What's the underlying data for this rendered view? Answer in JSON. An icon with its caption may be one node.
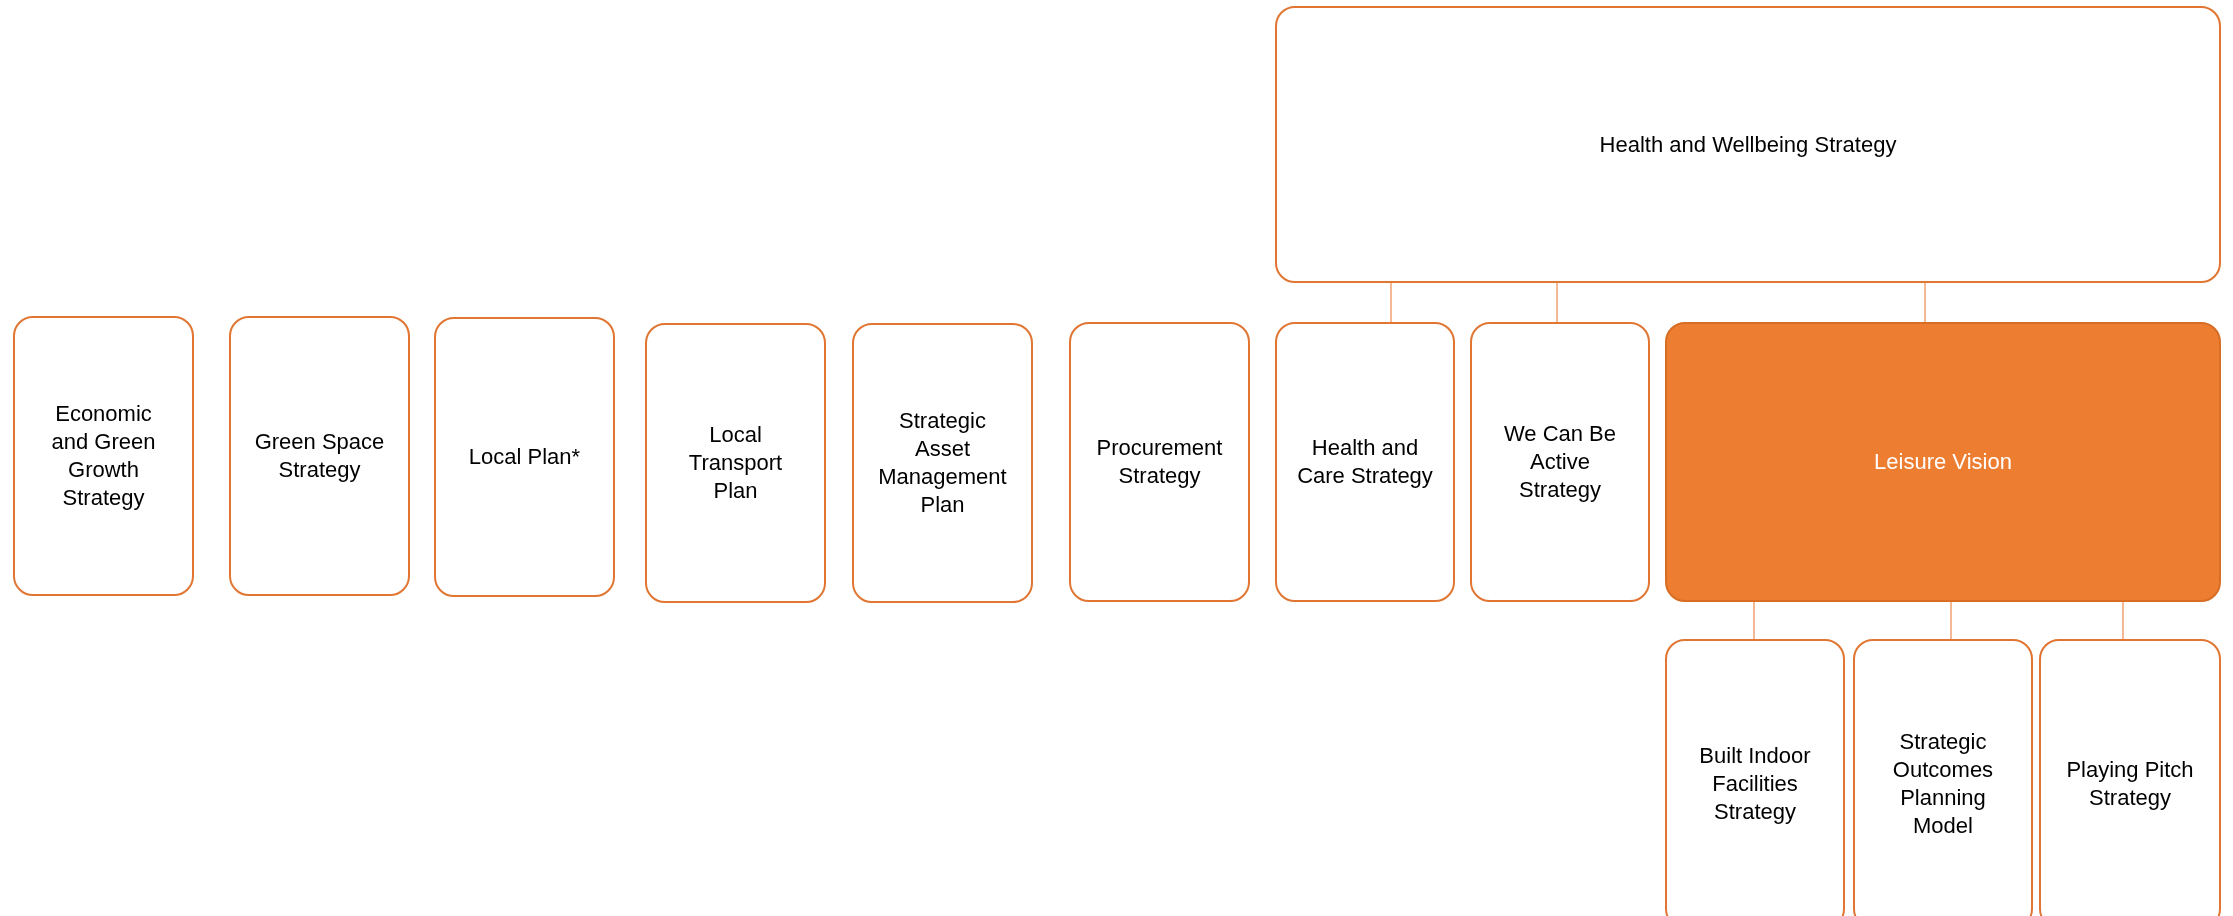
{
  "diagram": {
    "nodes": [
      {
        "text": [
          "Health and Wellbeing Strategy"
        ]
      },
      {
        "text": [
          "Economic and Green Growth Strategy"
        ]
      },
      {
        "text": [
          "Green Space Strategy"
        ]
      },
      {
        "text": [
          "Local Plan*"
        ]
      },
      {
        "text": [
          "Local Transport Plan"
        ]
      },
      {
        "text": [
          "Strategic Asset Management Plan"
        ]
      },
      {
        "text": [
          "Procurement Strategy"
        ]
      },
      {
        "text": [
          "Health and Care Strategy"
        ]
      },
      {
        "text": [
          "We Can Be Active Strategy"
        ]
      },
      {
        "text": [
          "Leisure Vision"
        ]
      },
      {
        "text": [
          "Built Indoor Facilities Strategy"
        ]
      },
      {
        "text": [
          "Strategic Outcomes Planning Model"
        ]
      },
      {
        "text": [
          "Playing Pitch Strategy"
        ]
      }
    ],
    "edges": [
      {
        "from": 0,
        "to": 7,
        "arrow": "none"
      },
      {
        "from": 0,
        "to": 8,
        "arrow": "none"
      },
      {
        "from": 0,
        "to": 9,
        "arrow": "none"
      },
      {
        "from": 9,
        "to": 10,
        "arrow": "none"
      },
      {
        "from": 9,
        "to": 11,
        "arrow": "none"
      },
      {
        "from": 9,
        "to": 12,
        "arrow": "none"
      }
    ]
  }
}
